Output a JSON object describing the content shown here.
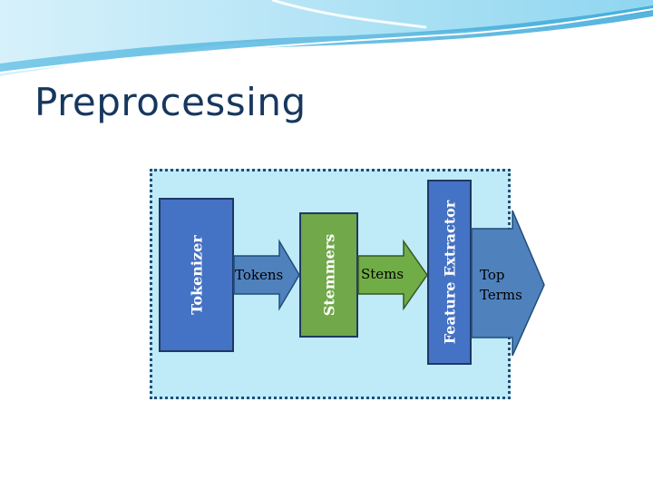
{
  "title": "Preprocessing",
  "stages": [
    {
      "id": "tokenizer",
      "label": "Tokenizer"
    },
    {
      "id": "stemmers",
      "label": "Stemmers"
    },
    {
      "id": "feature-extractor",
      "label": "Feature Extractor"
    }
  ],
  "flows": [
    {
      "label": "Tokens"
    },
    {
      "label": "Stems"
    }
  ],
  "output": {
    "line1": "Top",
    "line2": "Terms"
  },
  "colors": {
    "title": "#17375e",
    "panel": "#bfeaf7",
    "stage_blue": "#4472c4",
    "stage_green": "#70a84a",
    "arrow_blue": "#4f81bd",
    "arrow_green": "#70ad47",
    "arrow_border": "#1f4e79"
  }
}
